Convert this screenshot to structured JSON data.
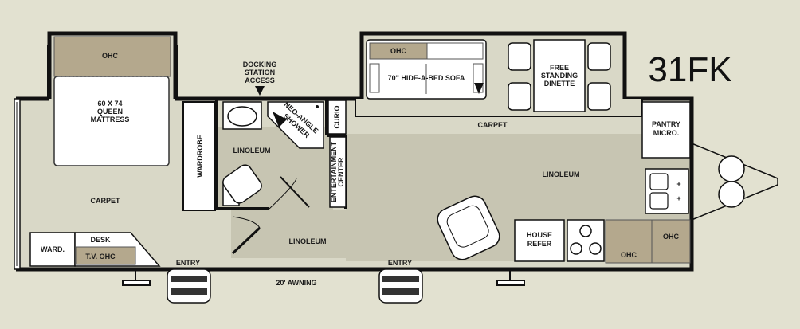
{
  "model": "31FK",
  "labels": {
    "ohc_bedroom": "OHC",
    "mattress_1": "60 X 74",
    "mattress_2": "QUEEN",
    "mattress_3": "MATTRESS",
    "docking_1": "DOCKING",
    "docking_2": "STATION",
    "docking_3": "ACCESS",
    "ohc_sofa": "OHC",
    "sofa": "70\" HIDE-A-BED SOFA",
    "dinette_1": "FREE",
    "dinette_2": "STANDING",
    "dinette_3": "DINETTE",
    "shower_1": "NEO-ANGLE",
    "shower_2": "SHOWER",
    "curio": "CURIO",
    "carpet_living": "CARPET",
    "pantry_1": "PANTRY",
    "pantry_2": "MICRO.",
    "wardrobe": "WARDROBE",
    "linoleum_bath": "LINOLEUM",
    "entertainment_1": "ENTERTAINMENT",
    "entertainment_2": "CENTER",
    "linoleum_main": "LINOLEUM",
    "carpet_bedroom": "CARPET",
    "linoleum_entry": "LINOLEUM",
    "ward": "WARD.",
    "desk": "DESK",
    "tv_ohc": "T.V. OHC",
    "entry_rear": "ENTRY",
    "entry_front": "ENTRY",
    "awning": "20' AWNING",
    "house_refer_1": "HOUSE",
    "house_refer_2": "REFER",
    "ohc_kitchen": "OHC",
    "ohc_front": "OHC"
  },
  "colors": {
    "background": "#e2e1d0",
    "wall": "#111111",
    "floor_carpet": "#d9d8c7",
    "floor_linoleum": "#c7c5b2",
    "fixture": "#ffffff",
    "cabinet": "#b4a88d"
  }
}
